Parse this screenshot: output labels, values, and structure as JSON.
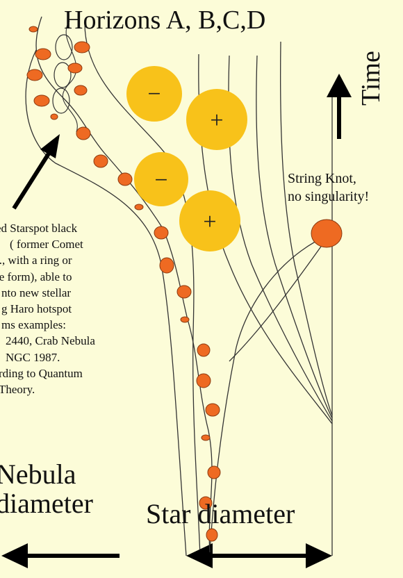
{
  "title": "Horizons  A, B,C,D",
  "time_label": "Time",
  "knot_note": [
    "String Knot,",
    "no singularity!"
  ],
  "caption_lines": [
    "ed Starspot black",
    "( former Comet",
    "i., with a ring or",
    "le form), able to",
    "nto  new stellar",
    "g Haro hotspot",
    "ms examples:",
    "2440, Crab Nebula",
    "NGC 1987.",
    "rding to Quantum",
    "Theory."
  ],
  "nebula_label": [
    "Nebula",
    "diameter"
  ],
  "star_label": "Star diameter",
  "charges": [
    "−",
    "+",
    "−",
    "+"
  ],
  "colors": {
    "background": "#fcfcd8",
    "charge_fill": "#f8c21a",
    "blob_fill": "#ee6a22",
    "line": "#333333",
    "arrow": "#000000"
  }
}
